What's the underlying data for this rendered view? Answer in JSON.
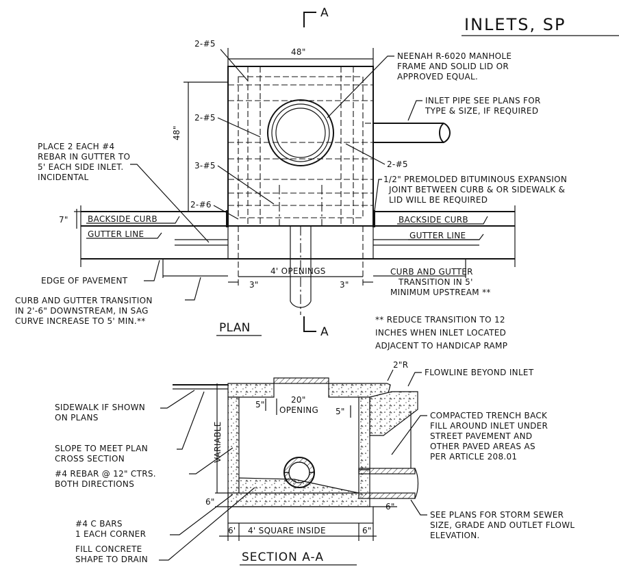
{
  "title": "INLETS, SP",
  "section_marks": {
    "top": "A",
    "bottom": "A"
  },
  "plan": {
    "label": "PLAN",
    "dims": {
      "width": "48\"",
      "height": "48\"",
      "curb_height": "7\"",
      "openings": "4' OPENINGS",
      "left_3": "3\"",
      "right_3": "3\""
    },
    "rebar": {
      "r1": "2-#5",
      "r2": "2-#5",
      "r3": "3-#5",
      "r4": "2-#6",
      "r5": "2-#5"
    },
    "notes": {
      "manhole": [
        "NEENAH R-6020 MANHOLE",
        "FRAME AND SOLID LID OR",
        "APPROVED EQUAL."
      ],
      "inlet_pipe": [
        "INLET PIPE SEE PLANS FOR",
        "TYPE & SIZE, IF REQUIRED"
      ],
      "gutter_rebar": [
        "PLACE 2 EACH #4",
        "REBAR IN GUTTER TO",
        "5' EACH SIDE INLET.",
        "INCIDENTAL"
      ],
      "expansion": [
        "1/2\" PREMOLDED BITUMINOUS EXPANSION",
        "JOINT BETWEEN CURB & OR SIDEWALK &",
        "LID WILL BE REQUIRED"
      ],
      "backside_curb_left": "BACKSIDE CURB",
      "backside_curb_right": "BACKSIDE CURB",
      "gutter_line_left": "GUTTER LINE",
      "gutter_line_right": "GUTTER LINE",
      "edge_pavement": "EDGE OF PAVEMENT",
      "transition_right": [
        "CURB AND GUTTER",
        "TRANSITION IN 5'",
        "MINIMUM UPSTREAM **"
      ],
      "transition_left": [
        "CURB AND GUTTER TRANSITION",
        "IN 2'-6\" DOWNSTREAM, IN SAG",
        "CURVE INCREASE TO 5' MIN.**"
      ],
      "reduce": [
        "** REDUCE TRANSITION TO 12",
        "INCHES WHEN INLET LOCATED",
        "ADJACENT TO HANDICAP RAMP"
      ]
    }
  },
  "section": {
    "label": "SECTION A-A",
    "dims": {
      "radius": "2\"R",
      "five_left": "5\"",
      "opening": [
        "20\"",
        "OPENING"
      ],
      "five_right": "5\"",
      "variable": "VARIABLE",
      "six_left": "6\"",
      "six_right": "6\"",
      "bottom_six_left": "6'",
      "bottom_square": "4' SQUARE INSIDE",
      "bottom_six_right": "6\""
    },
    "notes": {
      "flowline": "FLOWLINE BEYOND INLET",
      "sidewalk": [
        "SIDEWALK IF SHOWN",
        "ON PLANS"
      ],
      "slope": [
        "SLOPE TO MEET PLAN",
        "CROSS SECTION"
      ],
      "rebar": [
        "#4 REBAR @ 12\" CTRS.",
        "BOTH DIRECTIONS"
      ],
      "backfill": [
        "COMPACTED TRENCH BACK",
        "FILL AROUND INLET UNDER",
        "STREET PAVEMENT AND",
        "OTHER PAVED AREAS AS",
        "PER ARTICLE 208.01"
      ],
      "cbars": [
        "#4 C BARS",
        "1 EACH CORNER"
      ],
      "fill": [
        "FILL CONCRETE",
        "SHAPE TO DRAIN"
      ],
      "storm": [
        "SEE PLANS FOR STORM SEWER",
        "SIZE, GRADE AND OUTLET FLOWL",
        "ELEVATION."
      ]
    }
  }
}
